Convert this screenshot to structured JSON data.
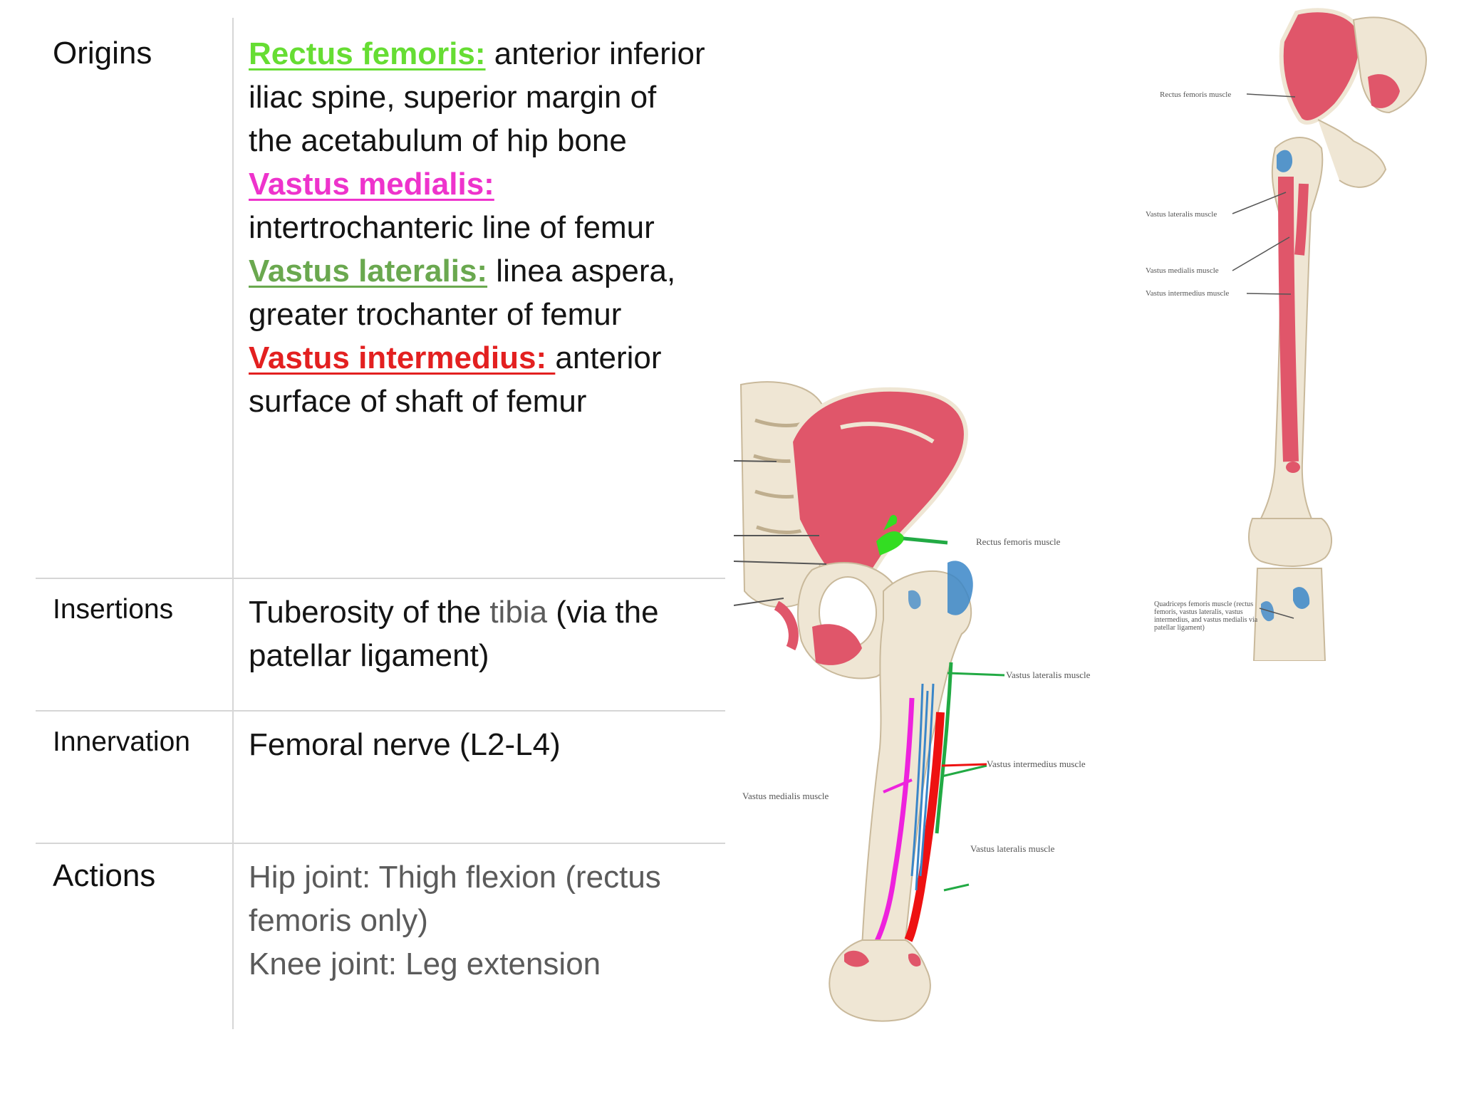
{
  "table": {
    "origins": {
      "label": "Origins",
      "entries": [
        {
          "muscle": "Rectus femoris:",
          "color": "#66dd33",
          "text": " anterior inferior iliac spine, superior margin of the acetabulum of hip bone"
        },
        {
          "muscle": "Vastus medialis:",
          "color": "#ee33cc",
          "text": " intertrochanteric line of femur"
        },
        {
          "muscle": "Vastus lateralis:",
          "color": "#6aa84f",
          "text": " linea aspera, greater trochanter of femur"
        },
        {
          "muscle": "Vastus intermedius: ",
          "color": "#e32020",
          "text": "anterior surface of shaft of femur"
        }
      ]
    },
    "insertions": {
      "label": "Insertions",
      "text_before": "Tuberosity of the ",
      "link": "tibia",
      "text_after": " (via the patellar ligament)"
    },
    "innervation": {
      "label": "Innervation",
      "text": "Femoral nerve (L2-L4)"
    },
    "actions": {
      "label": "Actions",
      "lines": [
        "Hip joint: Thigh flexion (rectus femoris only)",
        "Knee joint: Leg extension"
      ]
    }
  },
  "figure_anterior_labels": {
    "rectus_femoris": "Rectus femoris muscle",
    "vastus_lateralis": "Vastus lateralis muscle",
    "vastus_medialis": "Vastus medialis muscle",
    "vastus_intermedius": "Vastus intermedius muscle",
    "quadriceps": "Quadriceps femoris muscle (rectus femoris, vastus lateralis, vastus intermedius, and vastus medialis via patellar ligament)"
  },
  "figure_posterior_labels": {
    "rectus_femoris": "Rectus femoris muscle",
    "vastus_lateralis_upper": "Vastus lateralis muscle",
    "vastus_intermedius": "Vastus intermedius muscle",
    "vastus_lateralis_lower": "Vastus lateralis muscle",
    "vastus_medialis": "Vastus medialis muscle"
  },
  "colors": {
    "bone": "#efe6d4",
    "muscle_attachment": "#e0566a",
    "insertion_blue": "#3a86c8",
    "rectus_green": "#33dd22",
    "vastus_lateralis_green": "#22aa44",
    "vastus_medialis_magenta": "#ee22dd",
    "vastus_intermedius_red": "#ee1111"
  }
}
